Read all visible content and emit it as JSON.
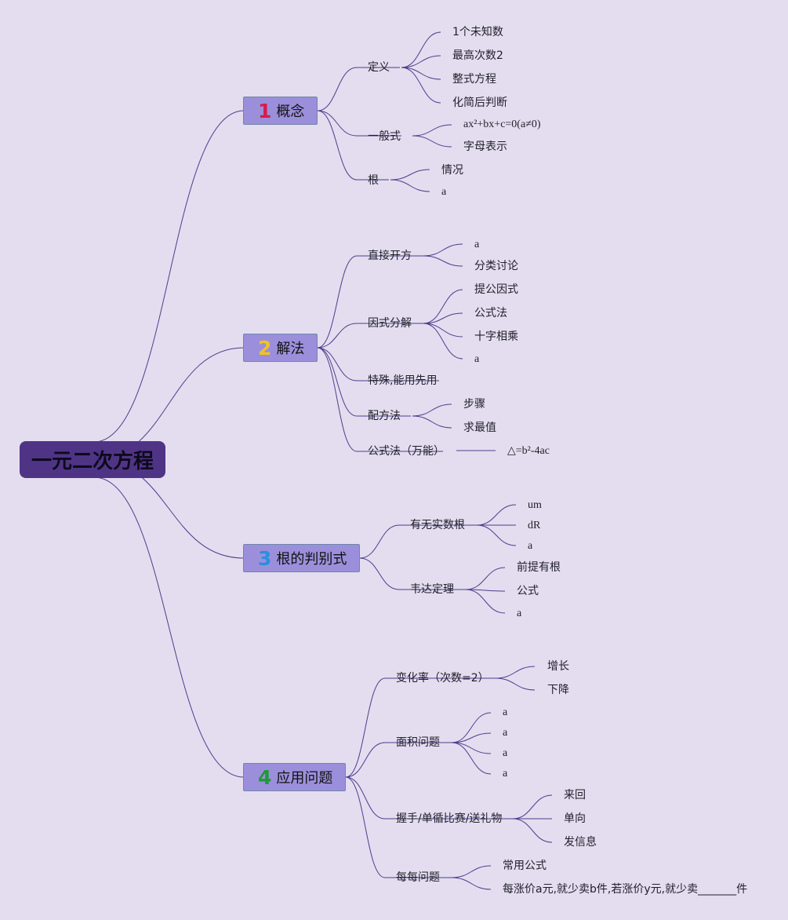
{
  "root": "一元二次方程",
  "branches": [
    {
      "num": "1",
      "color": "#d81b4a",
      "label": "概念",
      "children": [
        {
          "label": "定义",
          "children": [
            "1个未知数",
            "最高次数2",
            "整式方程",
            "化简后判断"
          ]
        },
        {
          "label": "一般式",
          "children": [
            "ax²+bx+c=0(a≠0)",
            "字母表示"
          ]
        },
        {
          "label": "根",
          "children": [
            "情况",
            "a"
          ]
        }
      ]
    },
    {
      "num": "2",
      "color": "#f0c22a",
      "label": "解法",
      "children": [
        {
          "label": "直接开方",
          "children": [
            "a",
            "分类讨论"
          ]
        },
        {
          "label": "因式分解",
          "children": [
            "提公因式",
            "公式法",
            "十字相乘",
            "a"
          ]
        },
        {
          "label": "特殊,能用先用",
          "children": []
        },
        {
          "label": "配方法",
          "children": [
            "步骤",
            "求最值"
          ]
        },
        {
          "label": "公式法（万能）",
          "children": [
            "△=b²-4ac"
          ]
        }
      ]
    },
    {
      "num": "3",
      "color": "#2b8fe0",
      "label": "根的判别式",
      "children": [
        {
          "label": "有无实数根",
          "children": [
            "um",
            "dR",
            "a"
          ]
        },
        {
          "label": "韦达定理",
          "children": [
            "前提有根",
            "公式",
            "a"
          ]
        }
      ]
    },
    {
      "num": "4",
      "color": "#1e9a3a",
      "label": "应用问题",
      "children": [
        {
          "label": "变化率（次数=2）",
          "children": [
            "增长",
            "下降"
          ]
        },
        {
          "label": "面积问题",
          "children": [
            "a",
            "a",
            "a",
            "a"
          ]
        },
        {
          "label": "握手/单循比赛/送礼物",
          "children": [
            "来回",
            "单向",
            "发信息"
          ]
        },
        {
          "label": "每每问题",
          "children": [
            "常用公式",
            "每涨价a元,就少卖b件,若涨价y元,就少卖_______件"
          ]
        }
      ]
    }
  ]
}
